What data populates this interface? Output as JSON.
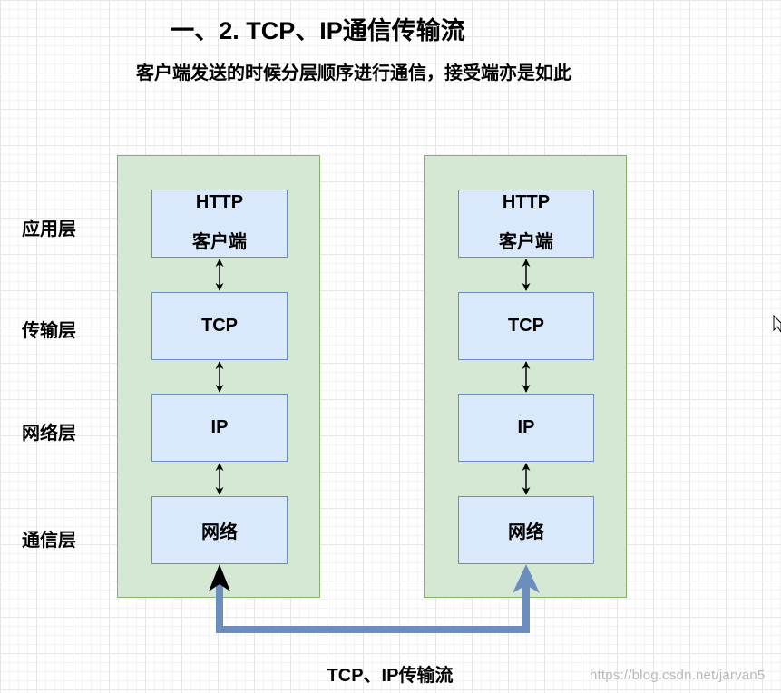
{
  "title": "一、2. TCP、IP通信传输流",
  "subtitle": "客户端发送的时候分层顺序进行通信，接受端亦是如此",
  "layers": {
    "application": "应用层",
    "transport": "传输层",
    "network": "网络层",
    "link": "通信层"
  },
  "left_stack": {
    "http_line1": "HTTP",
    "http_line2": "客户端",
    "tcp": "TCP",
    "ip": "IP",
    "net": "网络"
  },
  "right_stack": {
    "http_line1": "HTTP",
    "http_line2": "客户端",
    "tcp": "TCP",
    "ip": "IP",
    "net": "网络"
  },
  "flow_caption": "TCP、IP传输流",
  "watermark": "https://blog.csdn.net/jarvan5",
  "colors": {
    "container_fill": "#d5e8d4",
    "container_border": "#82b366",
    "box_fill": "#dae8fc",
    "box_border": "#6c8ebf",
    "flow_line": "#6c8ebf"
  }
}
